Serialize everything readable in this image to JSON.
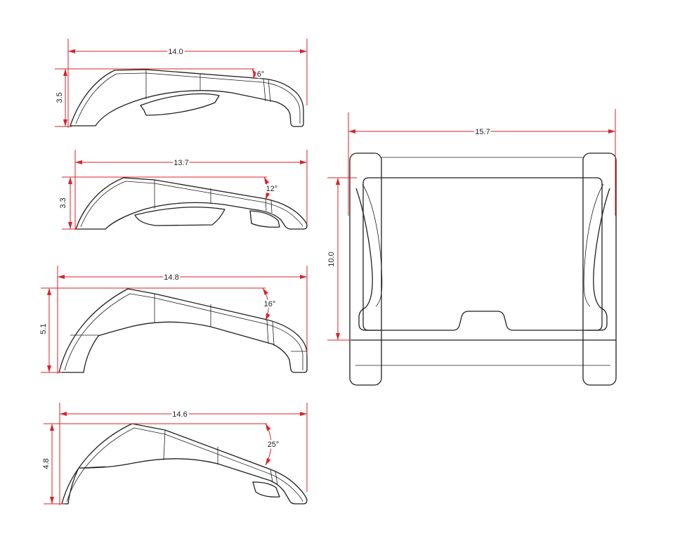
{
  "drawing": {
    "side_views": [
      {
        "width": "14.0",
        "height": "3.5",
        "angle": "6°"
      },
      {
        "width": "13.7",
        "height": "3.3",
        "angle": "12°"
      },
      {
        "width": "14.8",
        "height": "5.1",
        "angle": "16°"
      },
      {
        "width": "14.6",
        "height": "4.8",
        "angle": "25°"
      }
    ],
    "top_view": {
      "width": "15.7",
      "depth": "10.0"
    }
  },
  "colors": {
    "dimension": "#d8232a",
    "outline": "#1f1f1f",
    "text": "#222222"
  }
}
